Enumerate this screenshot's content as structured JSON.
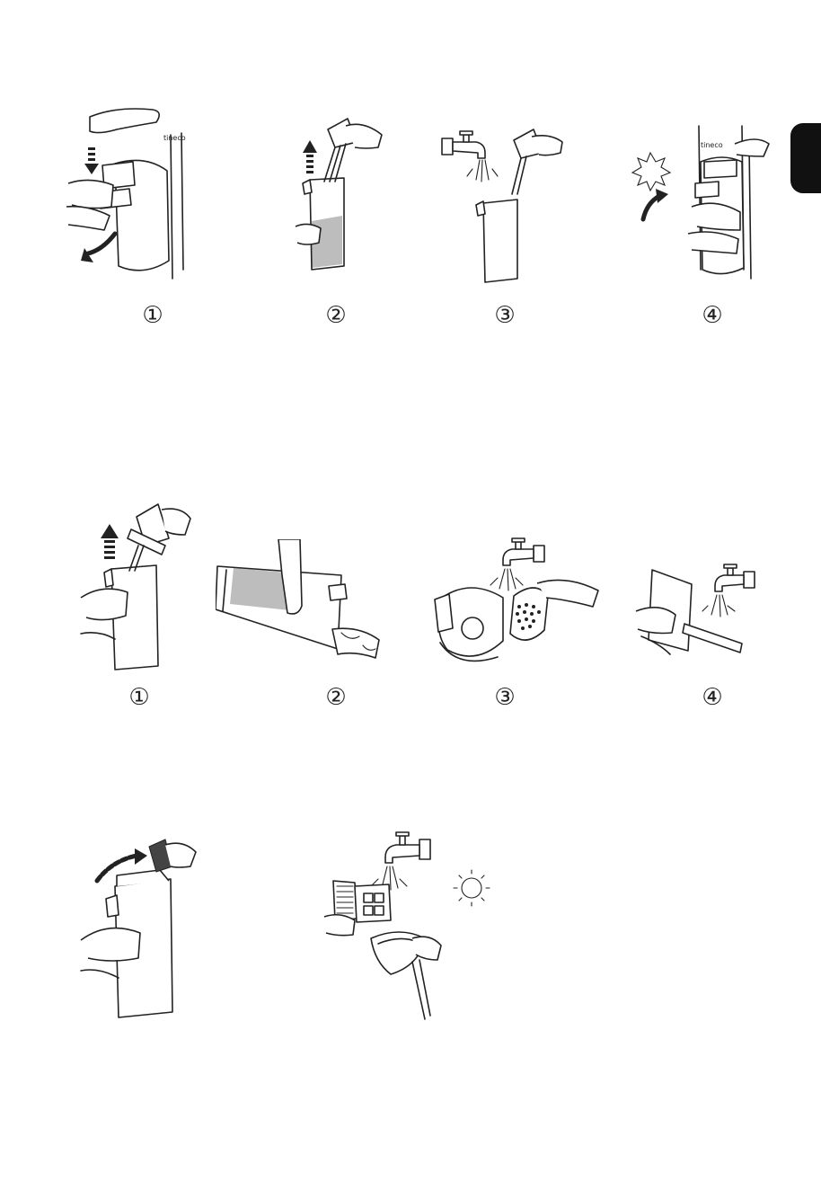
{
  "brand": "tineco",
  "rows": [
    {
      "name": "row-1",
      "steps": [
        "①",
        "②",
        "③",
        "④"
      ]
    },
    {
      "name": "row-2",
      "steps": [
        "①",
        "②",
        "③",
        "④"
      ]
    },
    {
      "name": "row-3",
      "steps": []
    }
  ],
  "icons": {
    "arrow": "curved-arrow-icon",
    "lift": "up-arrow-icon",
    "faucet": "faucet-icon",
    "sun": "sun-icon",
    "click": "click-burst-icon"
  }
}
